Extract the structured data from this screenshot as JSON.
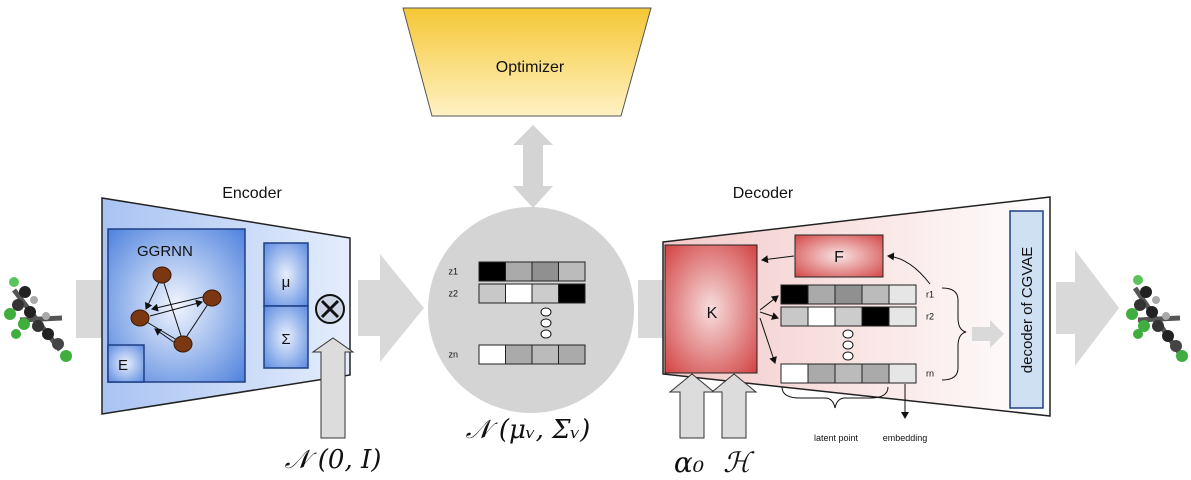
{
  "optimizer": {
    "label": "Optimizer"
  },
  "encoder": {
    "title": "Encoder",
    "ggrnn_label": "GGRNN",
    "e_label": "E",
    "mu_label": "μ",
    "sigma_label": "Σ",
    "noise_math": "𝒩 (0, I)"
  },
  "latent": {
    "rows": [
      {
        "label": "z1",
        "cells": [
          "#000000",
          "#aaaaaa",
          "#909090",
          "#bbbbbb"
        ]
      },
      {
        "label": "z2",
        "cells": [
          "#c8c8c8",
          "#ffffff",
          "#cccccc",
          "#000000"
        ]
      },
      {
        "label": "zn",
        "cells": [
          "#ffffff",
          "#aaaaaa",
          "#bbbbbb",
          "#aaaaaa"
        ]
      }
    ],
    "math": "𝒩 (μᵥ, Σᵥ)"
  },
  "decoder": {
    "title": "Decoder",
    "k_label": "K",
    "f_label": "F",
    "cgvae_label": "decoder of CGVAE",
    "alpha_math": "α₀",
    "h_math": "ℋ",
    "rows": [
      {
        "label": "r1",
        "cells": [
          "#000000",
          "#aaaaaa",
          "#909090",
          "#bbbbbb",
          "#e6e6e6"
        ]
      },
      {
        "label": "r2",
        "cells": [
          "#c8c8c8",
          "#ffffff",
          "#cccccc",
          "#000000",
          "#e6e6e6"
        ]
      },
      {
        "label": "rn",
        "cells": [
          "#ffffff",
          "#aaaaaa",
          "#bbbbbb",
          "#aaaaaa",
          "#e6e6e6"
        ]
      }
    ],
    "latent_point_label": "latent point",
    "embedding_label": "embedding"
  },
  "colors": {
    "encoder_blue": "#4a7fd8",
    "optimizer_yellow": "#f5c93c",
    "decoder_red": "#d94545",
    "arrow_gray": "#d4d4d4",
    "atom_brown": "#7a3712"
  }
}
